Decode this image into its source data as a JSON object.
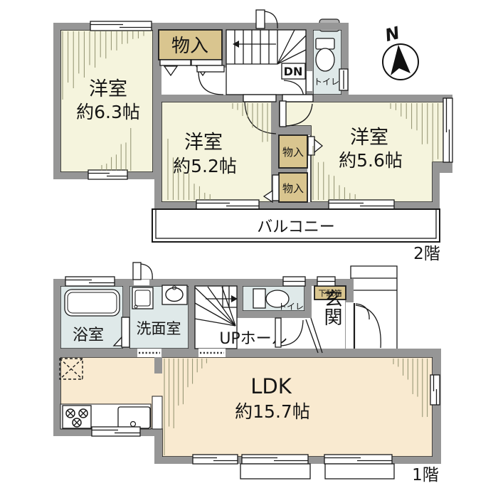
{
  "plan": {
    "second_floor": {
      "floor_label": "2階",
      "bedroom1": {
        "name": "洋室",
        "area": "約6.3帖"
      },
      "bedroom2": {
        "name": "洋室",
        "area": "約5.2帖"
      },
      "bedroom3": {
        "name": "洋室",
        "area": "約5.6帖"
      },
      "closet_top": {
        "name": "物入"
      },
      "closet_a": {
        "name": "物入"
      },
      "closet_b": {
        "name": "物入"
      },
      "toilet": {
        "name": "トイレ"
      },
      "stairs": {
        "direction_label": "DN"
      },
      "balcony": {
        "name": "バルコニー"
      }
    },
    "first_floor": {
      "floor_label": "1階",
      "bath": {
        "name": "浴室"
      },
      "washroom": {
        "name": "洗面室"
      },
      "hall": {
        "name": "UPホール"
      },
      "toilet": {
        "name": "トイレ"
      },
      "shoe_cabinet": {
        "name": "下駄箱"
      },
      "entrance": {
        "name": "玄関"
      },
      "ldk": {
        "name": "LDK",
        "area": "約15.7帖"
      }
    },
    "compass": {
      "north_label": "N"
    },
    "colors": {
      "wall": "#969696",
      "room_floor": "#f5f4dd",
      "ldk_floor": "#f9ead0",
      "closet": "#d9c58f",
      "wet_area": "#dfe9e9",
      "hatch": "#90906e",
      "outline": "#1a1a1a"
    }
  }
}
